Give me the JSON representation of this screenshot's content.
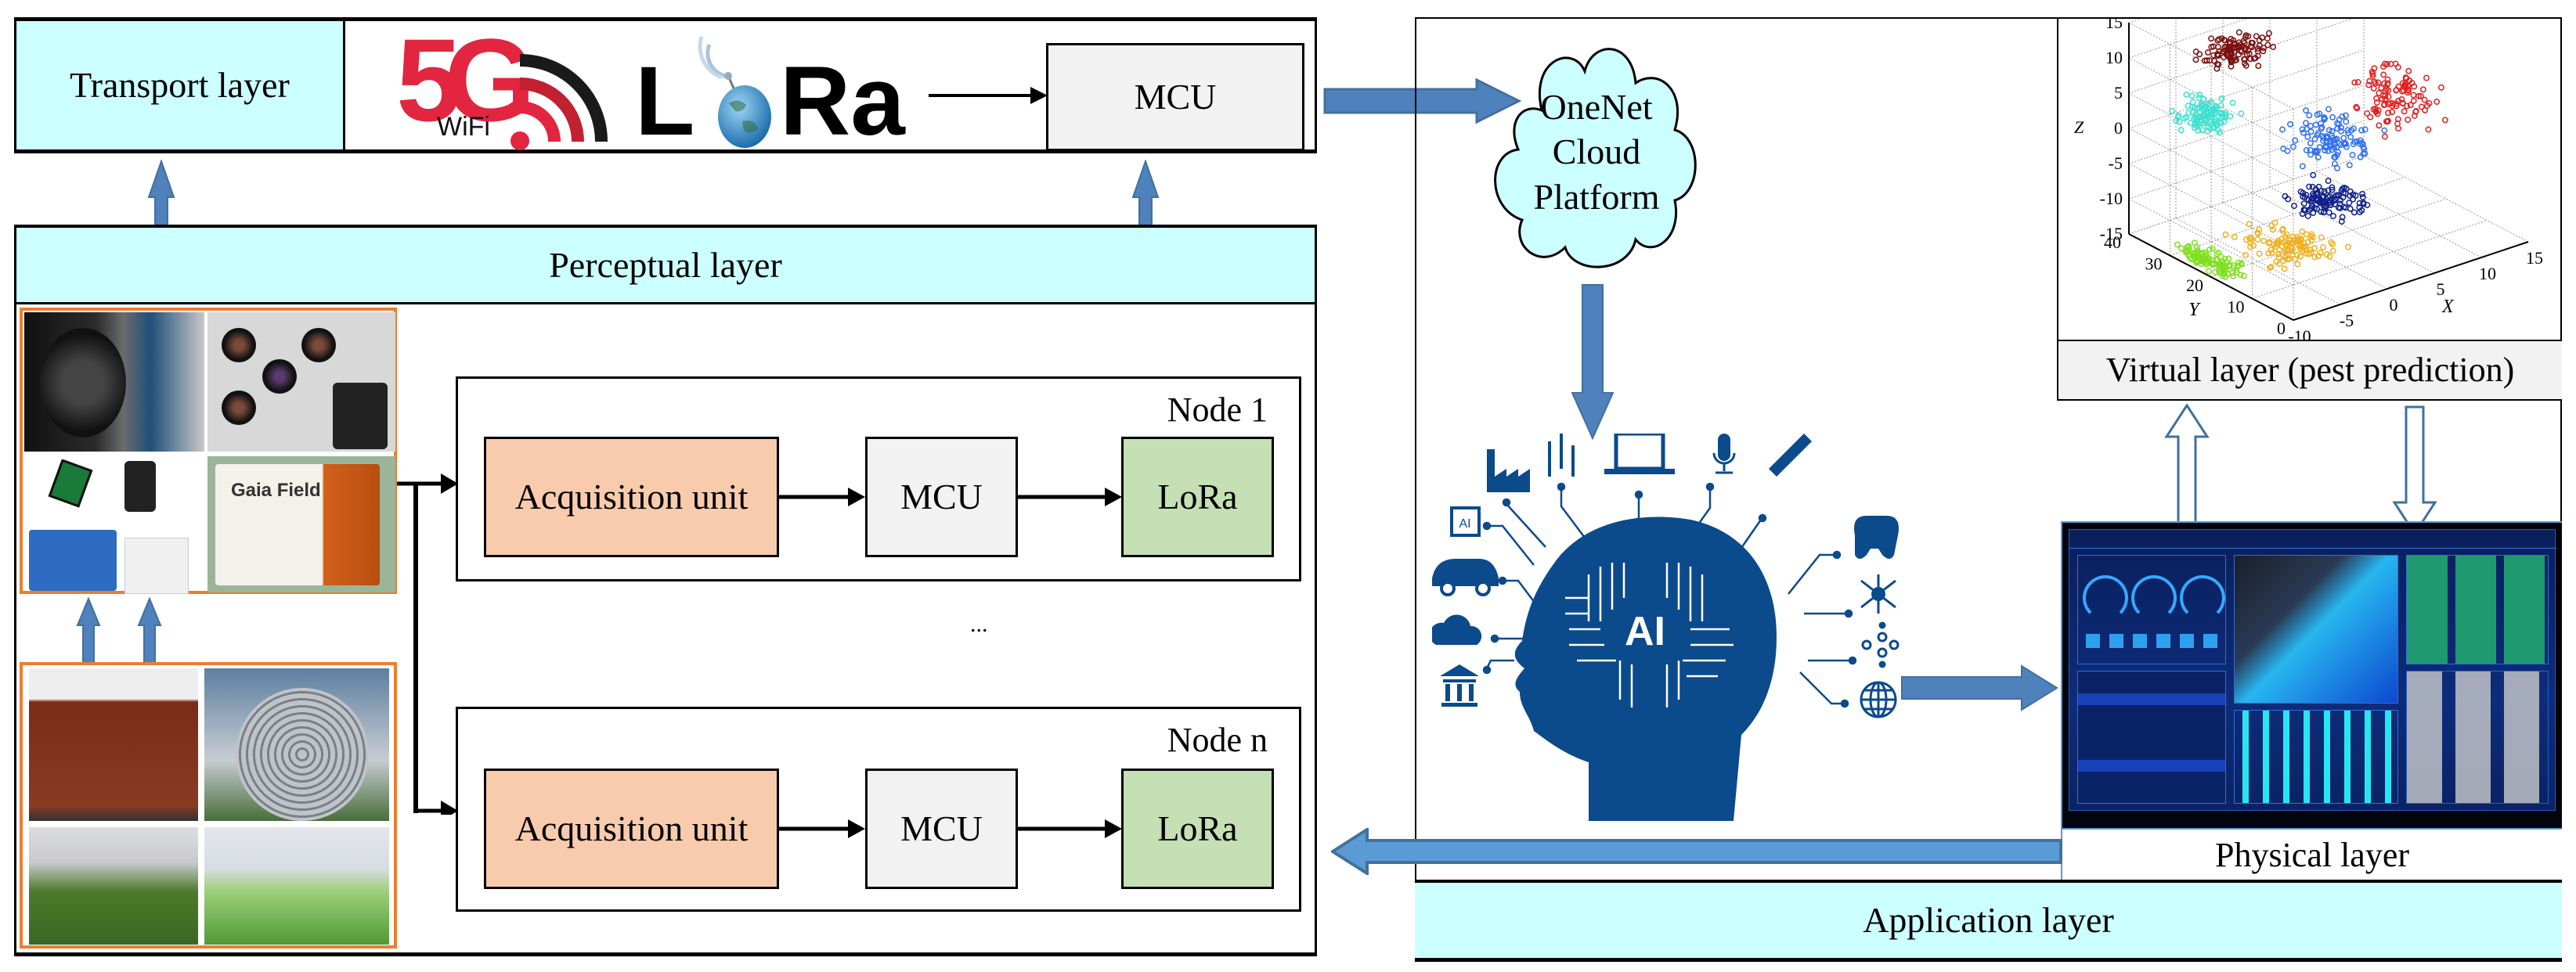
{
  "left_panel": {
    "transport_layer": {
      "label": "Transport layer",
      "logos": {
        "fiveg": "5G",
        "wifi": "WiFi",
        "lora_l": "L",
        "lora_ra": "Ra"
      },
      "mcu_label": "MCU"
    },
    "perceptual_layer": {
      "label": "Perceptual layer",
      "sensor_device_labels": [
        "Gaia Field"
      ],
      "ellipsis": "...",
      "nodes": [
        {
          "title": "Node 1",
          "acquisition": "Acquisition unit",
          "mcu": "MCU",
          "lora": "LoRa"
        },
        {
          "title": "Node n",
          "acquisition": "Acquisition unit",
          "mcu": "MCU",
          "lora": "LoRa"
        }
      ]
    }
  },
  "right_panel": {
    "cloud": {
      "line1": "OneNet Cloud",
      "line2": "Platform"
    },
    "ai_hub": {
      "center_label": "AI",
      "chip_label": "AI"
    },
    "virtual_layer": {
      "label": "Virtual layer (pest prediction)"
    },
    "physical_layer": {
      "label": "Physical layer"
    },
    "application_layer": {
      "label": "Application layer"
    }
  },
  "colors": {
    "layer_fill": "#ccffff",
    "arrow_blue": "#4f81bd",
    "acquisition_fill": "#f8cbad",
    "mcu_fill": "#f2f2f2",
    "lora_fill": "#c5e0b4",
    "photo_border": "#ed7d31",
    "ai_navy": "#0b4a8b"
  },
  "chart_data": {
    "type": "scatter",
    "title": "",
    "xlabel": "X",
    "ylabel": "Y",
    "zlabel": "Z",
    "x_ticks": [
      "-10",
      "-5",
      "0",
      "5",
      "10",
      "15"
    ],
    "y_ticks": [
      "0",
      "10",
      "20",
      "30",
      "40"
    ],
    "z_ticks": [
      "15",
      "10",
      "5",
      "0",
      "-5",
      "-10",
      "-15"
    ],
    "xlim": [
      -10,
      15
    ],
    "ylim": [
      0,
      40
    ],
    "zlim": [
      -15,
      15
    ],
    "grid": true,
    "series": [
      {
        "name": "cluster-dark-red",
        "color": "#7a1010",
        "center": [
          -3,
          30,
          11
        ],
        "spread": [
          4,
          6,
          2
        ]
      },
      {
        "name": "cluster-red",
        "color": "#e02020",
        "center": [
          8,
          15,
          4
        ],
        "spread": [
          4,
          10,
          6
        ]
      },
      {
        "name": "cluster-cyan",
        "color": "#40e0d0",
        "center": [
          -6,
          30,
          3
        ],
        "spread": [
          3,
          6,
          3
        ]
      },
      {
        "name": "cluster-blue",
        "color": "#3070f0",
        "center": [
          2,
          18,
          0
        ],
        "spread": [
          5,
          10,
          4
        ]
      },
      {
        "name": "cluster-navy",
        "color": "#10208a",
        "center": [
          0,
          15,
          -7
        ],
        "spread": [
          4,
          8,
          3
        ]
      },
      {
        "name": "cluster-orange",
        "color": "#f0b020",
        "center": [
          -2,
          20,
          -14
        ],
        "spread": [
          5,
          10,
          1.5
        ]
      },
      {
        "name": "cluster-green",
        "color": "#80e020",
        "center": [
          -8,
          25,
          -15
        ],
        "spread": [
          2,
          10,
          0.5
        ]
      }
    ]
  }
}
